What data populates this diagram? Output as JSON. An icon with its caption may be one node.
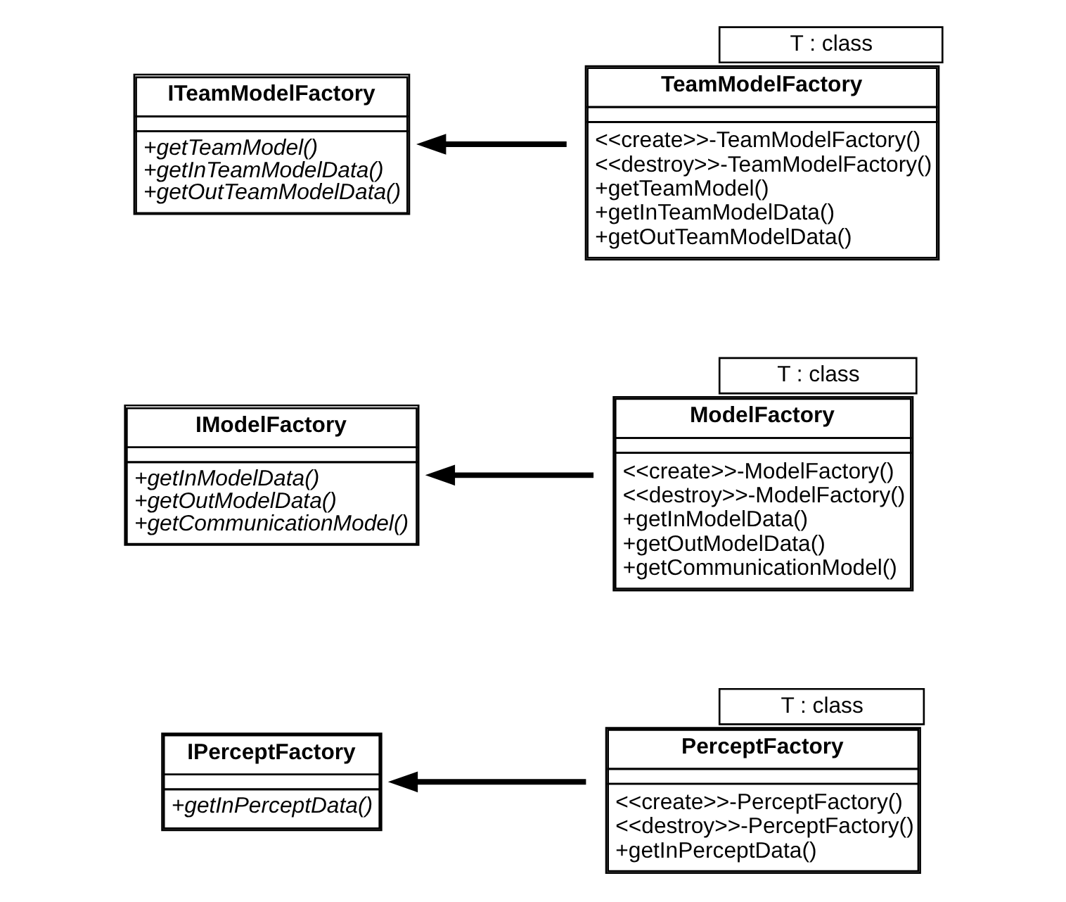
{
  "diagram": {
    "nodes": [
      {
        "text": [
          "IPerceptFactory",
          "+getInPerceptData()"
        ]
      },
      {
        "text": [
          "PerceptFactory",
          "<<create>>-PerceptFactory()",
          "<<destroy>>-PerceptFactory()",
          "+getInPerceptData()"
        ],
        "beside": [
          "T : class"
        ]
      },
      {
        "text": [
          "IModelFactory",
          "+getInModelData()",
          "+getOutModelData()",
          "+getCommunicationModel()"
        ]
      },
      {
        "text": [
          "ModelFactory",
          "<<create>>-ModelFactory()",
          "<<destroy>>-ModelFactory()",
          "+getInModelData()",
          "+getOutModelData()",
          "+getCommunicationModel()"
        ],
        "beside": [
          "T : class"
        ]
      },
      {
        "text": [
          "ITeamModelFactory",
          "+getTeamModel()",
          "+getInTeamModelData()",
          "+getOutTeamModelData()"
        ]
      },
      {
        "text": [
          "TeamModelFactory",
          "<<create>>-TeamModelFactory()",
          "<<destroy>>-TeamModelFactory()",
          "+getTeamModel()",
          "+getInTeamModelData()",
          "+getOutTeamModelData()"
        ],
        "beside": [
          "T : class"
        ]
      }
    ],
    "edges": [
      {
        "from": 1,
        "to": 0,
        "arrow": "to"
      },
      {
        "from": 3,
        "to": 2,
        "arrow": "to"
      },
      {
        "from": 5,
        "to": 4,
        "arrow": "to"
      }
    ]
  }
}
